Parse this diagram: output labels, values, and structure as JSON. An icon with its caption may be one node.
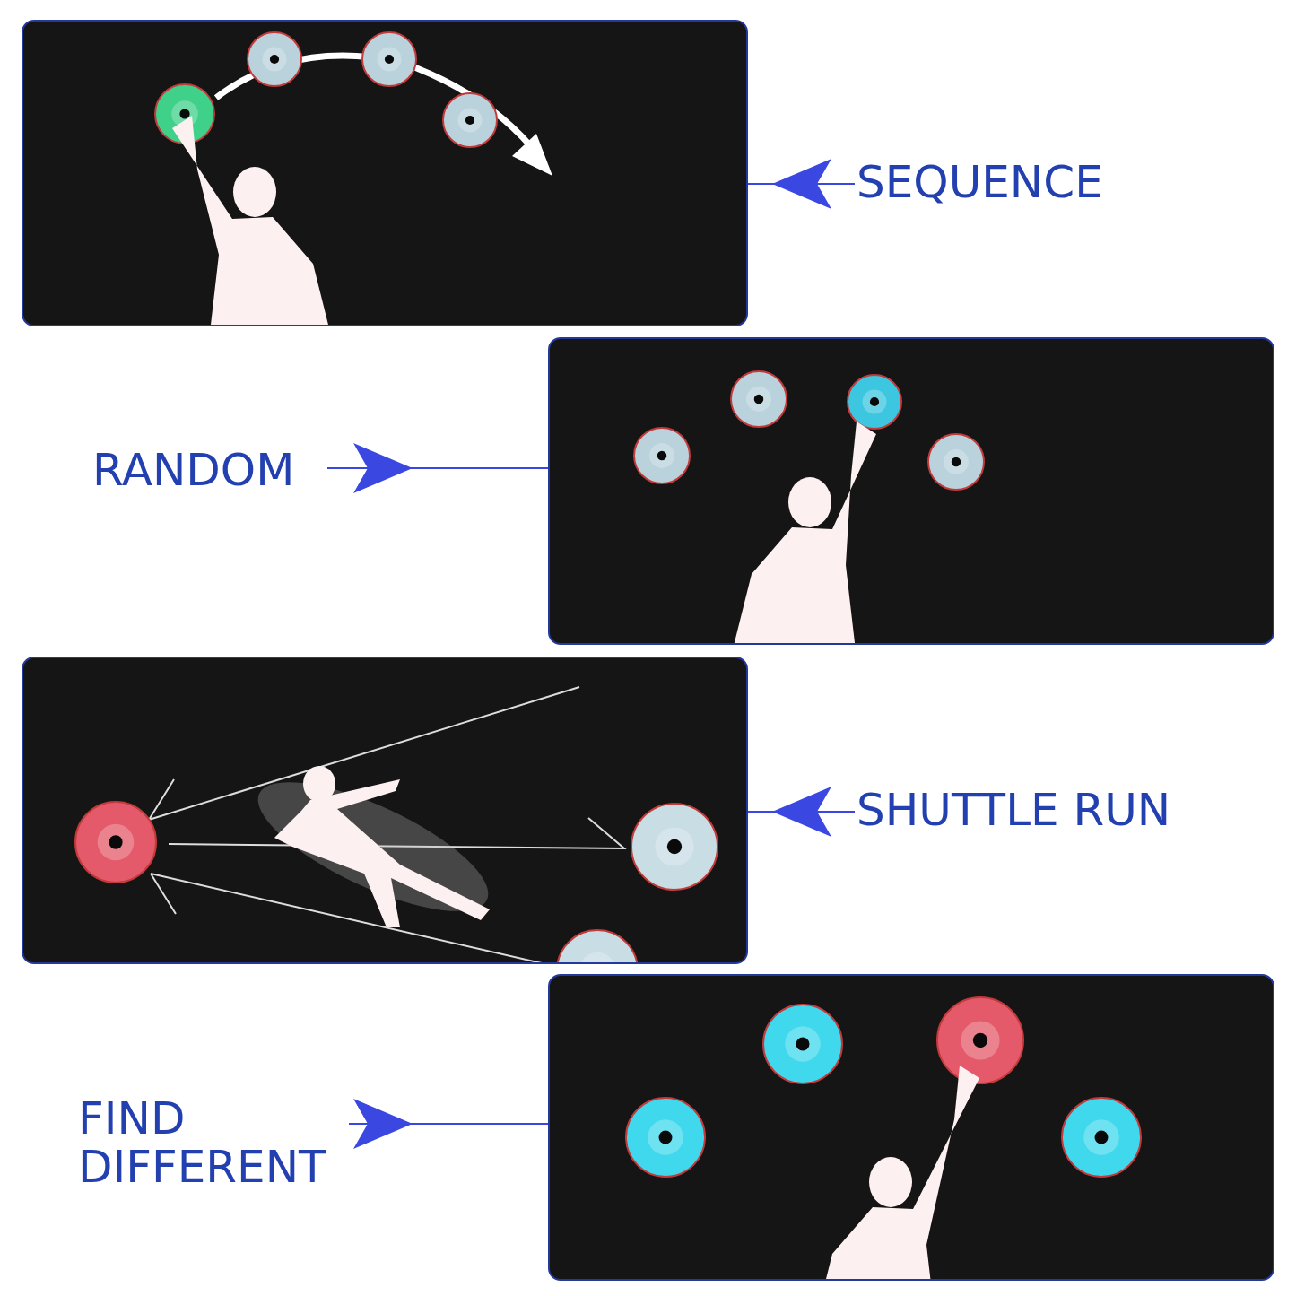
{
  "diagram": {
    "nodes": [
      {
        "text": [],
        "shape": "picture"
      },
      {
        "text": [
          "SEQUENCE"
        ]
      },
      {
        "text": [
          "RANDOM"
        ]
      },
      {
        "text": [],
        "shape": "picture"
      },
      {
        "text": [],
        "shape": "picture"
      },
      {
        "text": [
          "SHUTTLE RUN"
        ]
      },
      {
        "text": [
          "FIND DIFFERENT"
        ]
      },
      {
        "text": [],
        "shape": "picture"
      }
    ],
    "edges": [
      {
        "from": 1,
        "to": 0,
        "arrow": "to"
      },
      {
        "from": 2,
        "to": 3,
        "arrow": "to"
      },
      {
        "from": 5,
        "to": 4,
        "arrow": "to"
      },
      {
        "from": 6,
        "to": 7,
        "arrow": "to"
      }
    ]
  }
}
